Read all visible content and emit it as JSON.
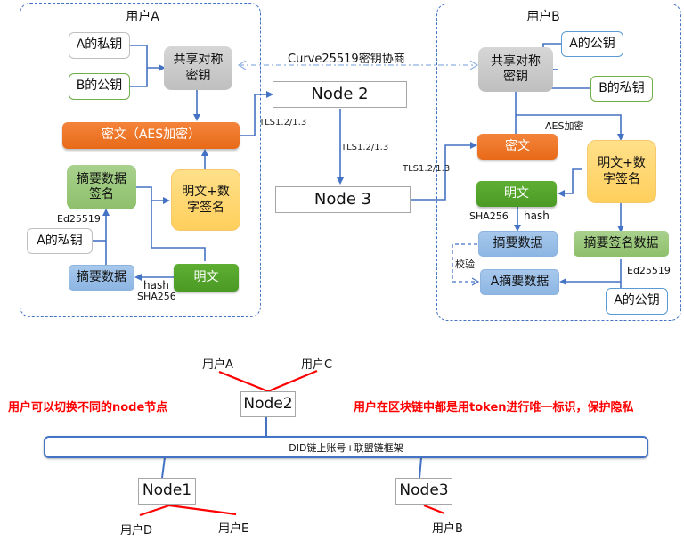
{
  "top_diagram": {
    "protocol_label": "Curve25519密钥协商",
    "user_a": {
      "title": "用户A",
      "a_private_key": "A的私钥",
      "b_public_key": "B的公钥",
      "shared_key": [
        "共享对称",
        "密钥"
      ],
      "ciphertext": "密文（AES加密）",
      "digest_signature": [
        "摘要数据",
        "签名"
      ],
      "plain_plus_sig": [
        "明文+数",
        "字签名"
      ],
      "a_private_key_2": "A的私钥",
      "sign_algo": "Ed25519",
      "digest": "摘要数据",
      "plaintext": "明文",
      "hash_label": "hash",
      "hash_algo": "SHA256"
    },
    "network": {
      "node2": "Node 2",
      "node3": "Node 3",
      "tls_a_to_node2": "TLS1.2/1.3",
      "tls_node2_to_node3": "TLS1.2/1.3",
      "tls_node3_to_b": "TLS1.2/1.3"
    },
    "user_b": {
      "title": "用户B",
      "a_public_key": "A的公钥",
      "b_private_key": "B的私钥",
      "shared_key": [
        "共享对称",
        "密钥"
      ],
      "aes_label": "AES加密",
      "ciphertext": "密文",
      "plain_plus_sig": [
        "明文+数",
        "字签名"
      ],
      "plaintext": "明文",
      "hash_algo": "SHA256",
      "hash_label": "hash",
      "digest": "摘要数据",
      "digest_sig_data": "摘要签名数据",
      "verify_label": "校验",
      "sign_algo": "Ed25519",
      "a_digest": "A摘要数据",
      "a_public_key_2": "A的公钥"
    }
  },
  "bottom_diagram": {
    "note_left": "用户可以切换不同的node节点",
    "note_right": "用户在区块链中都是用token进行唯一标识，保护隐私",
    "chain_bar": "DID链上账号+联盟链框架",
    "node2": "Node2",
    "node1": "Node1",
    "node3": "Node3",
    "users": {
      "a": "用户A",
      "c": "用户C",
      "d": "用户D",
      "e": "用户E",
      "b": "用户B"
    }
  },
  "colors": {
    "connector_blue": "#4472c4",
    "cipher_orange": "#ed7d31",
    "plain_green": "#52a22c",
    "sig_green": "#a9d18e",
    "digest_blue": "#9dc3e6",
    "plus_sig_yellow": "#ffd966",
    "shared_gray": "#c9c9c9",
    "red_note": "#ff0000"
  }
}
